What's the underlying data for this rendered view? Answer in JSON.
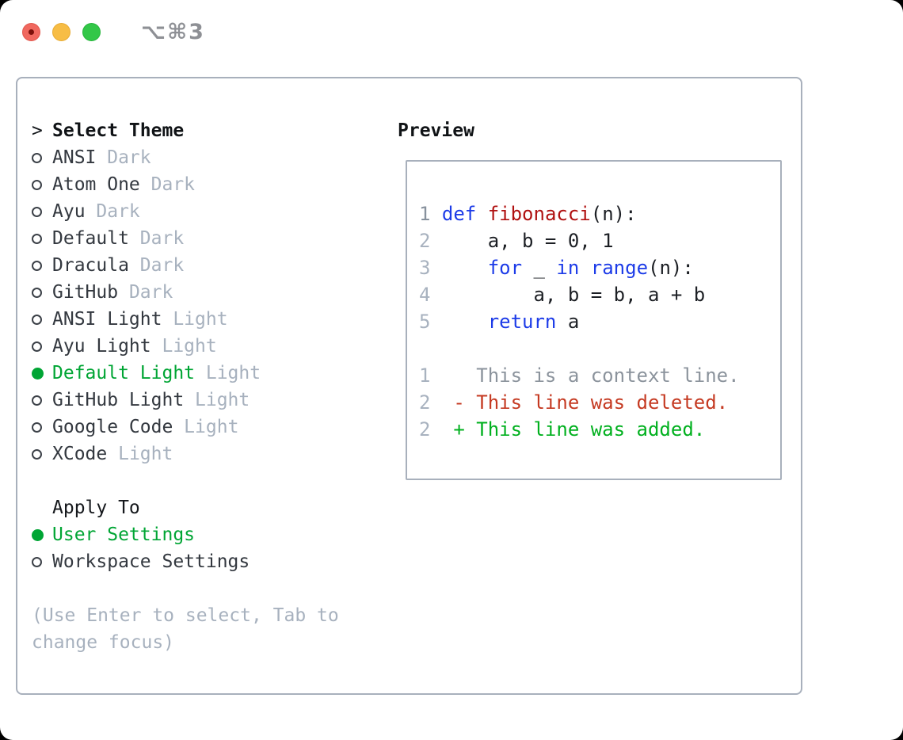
{
  "window": {
    "shortcut": "⌥⌘3"
  },
  "theme_panel": {
    "title_marker": ">",
    "title": "Select Theme",
    "items": [
      {
        "name": "ANSI",
        "variant": "Dark",
        "selected": false
      },
      {
        "name": "Atom One",
        "variant": "Dark",
        "selected": false
      },
      {
        "name": "Ayu",
        "variant": "Dark",
        "selected": false
      },
      {
        "name": "Default",
        "variant": "Dark",
        "selected": false
      },
      {
        "name": "Dracula",
        "variant": "Dark",
        "selected": false
      },
      {
        "name": "GitHub",
        "variant": "Dark",
        "selected": false
      },
      {
        "name": "ANSI Light",
        "variant": "Light",
        "selected": false
      },
      {
        "name": "Ayu Light",
        "variant": "Light",
        "selected": false
      },
      {
        "name": "Default Light",
        "variant": "Light",
        "selected": true
      },
      {
        "name": "GitHub Light",
        "variant": "Light",
        "selected": false
      },
      {
        "name": "Google Code",
        "variant": "Light",
        "selected": false
      },
      {
        "name": "XCode",
        "variant": "Light",
        "selected": false
      }
    ]
  },
  "apply_panel": {
    "title": "Apply To",
    "items": [
      {
        "name": "User Settings",
        "selected": true
      },
      {
        "name": "Workspace Settings",
        "selected": false
      }
    ]
  },
  "hint": "(Use Enter to select, Tab to\nchange focus)",
  "preview": {
    "title": "Preview",
    "code_lines": [
      {
        "num": "1",
        "current": true,
        "segments": [
          {
            "t": "def",
            "c": "kw"
          },
          {
            "t": " ",
            "c": "plain"
          },
          {
            "t": "fibonacci",
            "c": "fn"
          },
          {
            "t": "(n):",
            "c": "plain"
          }
        ]
      },
      {
        "num": "2",
        "current": false,
        "segments": [
          {
            "t": "    a, b = 0, 1",
            "c": "plain"
          }
        ]
      },
      {
        "num": "3",
        "current": false,
        "segments": [
          {
            "t": "    ",
            "c": "plain"
          },
          {
            "t": "for",
            "c": "kw"
          },
          {
            "t": " _ ",
            "c": "plain"
          },
          {
            "t": "in",
            "c": "kw"
          },
          {
            "t": " ",
            "c": "plain"
          },
          {
            "t": "range",
            "c": "kw"
          },
          {
            "t": "(n):",
            "c": "plain"
          }
        ]
      },
      {
        "num": "4",
        "current": false,
        "segments": [
          {
            "t": "        a, b = b, a + b",
            "c": "plain"
          }
        ]
      },
      {
        "num": "5",
        "current": false,
        "segments": [
          {
            "t": "    ",
            "c": "plain"
          },
          {
            "t": "return",
            "c": "kw"
          },
          {
            "t": " a",
            "c": "plain"
          }
        ]
      },
      {
        "num": "",
        "current": false,
        "segments": []
      },
      {
        "num": "1",
        "current": false,
        "segments": [
          {
            "t": "   This is a context line.",
            "c": "ctx"
          }
        ]
      },
      {
        "num": "2",
        "current": false,
        "segments": [
          {
            "t": " - This line was deleted.",
            "c": "del"
          }
        ]
      },
      {
        "num": "2",
        "current": false,
        "segments": [
          {
            "t": " + This line was added.",
            "c": "add"
          }
        ]
      }
    ]
  },
  "colors": {
    "accent_green": "#00a534",
    "diff_added": "#00b01e",
    "diff_deleted": "#c53a22",
    "keyword_blue": "#1c3be8",
    "function_red": "#b01111",
    "muted_gray": "#a7b1be",
    "border_gray": "#a8b0bc"
  }
}
